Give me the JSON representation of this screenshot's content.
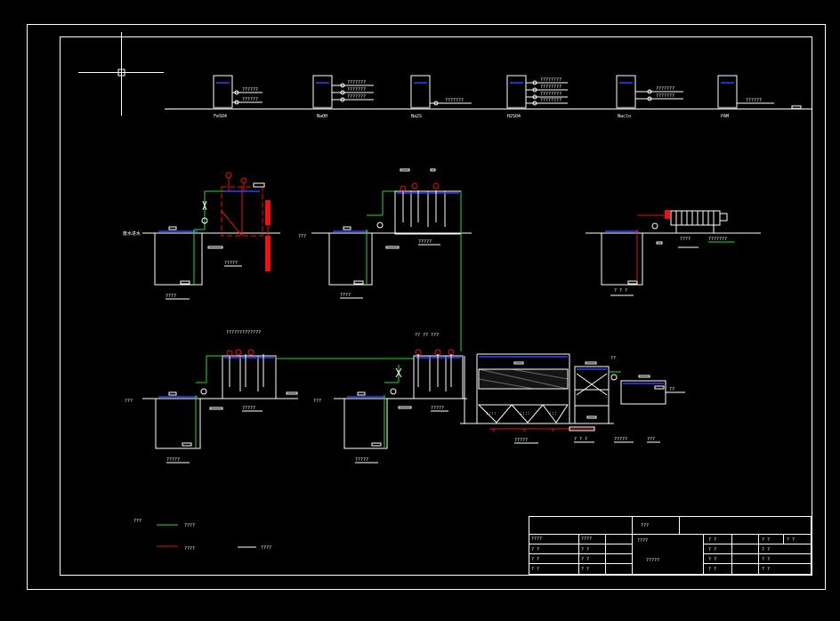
{
  "drawing": {
    "dosing_chemicals": [
      "FeSO4",
      "NaOH",
      "Na2S",
      "H2SO4",
      "Naclo",
      "PAM"
    ],
    "inlet_label": "废水进水",
    "unit_tags": {
      "tank1": "????",
      "tank2": "????",
      "tank3": "? ? ?",
      "tank4": "?????",
      "tank5": "?????",
      "side1": "???",
      "side2": "???",
      "side3": "???",
      "side4": "???",
      "reactor1": "?????",
      "reactor2": "?????",
      "reactor3": "?????",
      "reactor4": "?????",
      "filter": "?????",
      "sedimentation": "?????",
      "b1": "? ? ?",
      "b2": "?????",
      "b3": "???"
    },
    "legend": {
      "title": "???",
      "items": [
        {
          "label": "????",
          "color": "#22dd22"
        },
        {
          "label": "????",
          "color": "#ee1111"
        },
        {
          "label": "????",
          "color": "#ffffff"
        }
      ]
    },
    "title_block": {
      "drawing_name": "???",
      "c1": "????",
      "c2": "????",
      "c3": "????",
      "c4": "????",
      "drawing_no": "?????",
      "rows": [
        "? ?",
        "? ?",
        "? ?",
        "? ?",
        "? ?",
        "? ?"
      ],
      "right": [
        "? ?",
        "? ?",
        "? ?",
        "? ?",
        "? ?",
        "? ?",
        "? ?",
        "? ?",
        "? ?"
      ]
    }
  }
}
